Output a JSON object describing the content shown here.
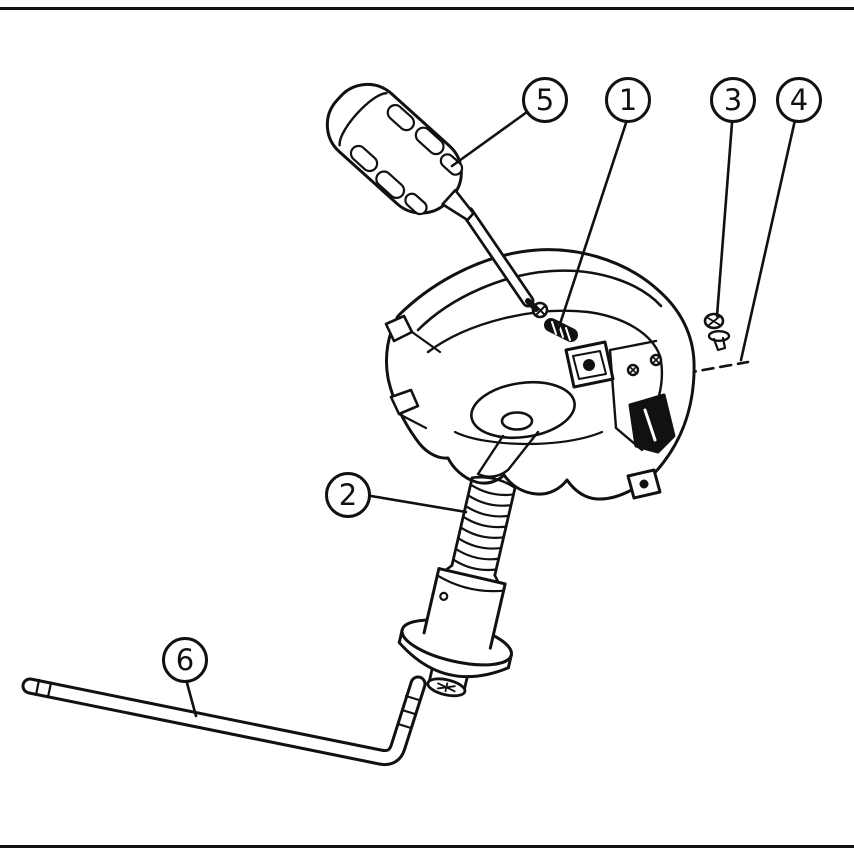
{
  "figure": {
    "background": "#ffffff",
    "line_color": "#111111"
  },
  "callouts": [
    {
      "label": "1"
    },
    {
      "label": "2"
    },
    {
      "label": "3"
    },
    {
      "label": "4"
    },
    {
      "label": "5"
    },
    {
      "label": "6"
    }
  ]
}
